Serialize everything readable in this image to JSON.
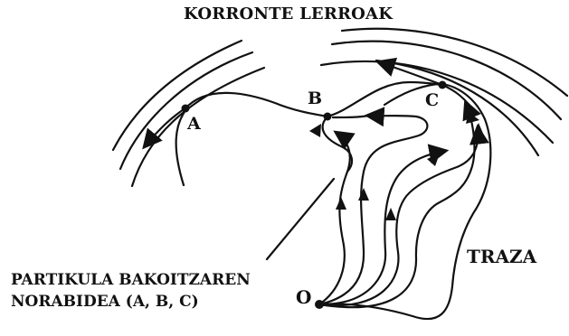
{
  "diagram": {
    "title": "KORRONTE LERROAK",
    "point_labels": {
      "a": "A",
      "b": "B",
      "c": "C",
      "o": "O"
    },
    "trace_label": "TRAZA",
    "direction_label": {
      "line1": "PARTIKULA BAKOITZAREN",
      "line2": "NORABIDEA (A, B, C)"
    },
    "colors": {
      "ink": "#111111",
      "background": "#ffffff"
    }
  }
}
